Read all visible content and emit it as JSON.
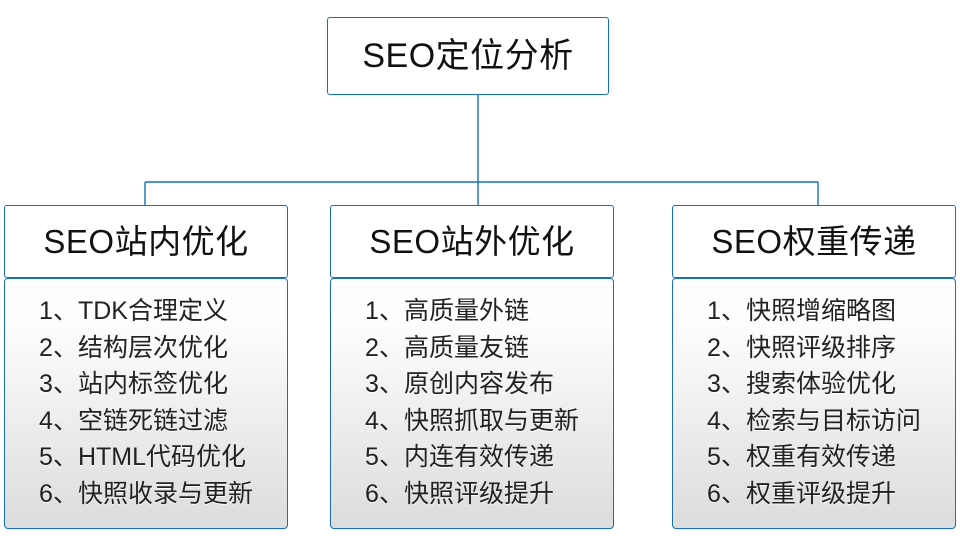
{
  "diagram": {
    "type": "organizational-tree",
    "title": "SEO定位分析",
    "root": {
      "label": "SEO定位分析"
    },
    "accent_color": "#1570b8",
    "text_color": "#111111",
    "body_gradient_top": "#ffffff",
    "body_gradient_bottom": "#dcdcdc",
    "branches": [
      {
        "header": "SEO站内优化",
        "items": [
          "1、TDK合理定义",
          "2、结构层次优化",
          "3、站内标签优化",
          "4、空链死链过滤",
          "5、HTML代码优化",
          "6、快照收录与更新"
        ]
      },
      {
        "header": "SEO站外优化",
        "items": [
          "1、高质量外链",
          "2、高质量友链",
          "3、原创内容发布",
          "4、快照抓取与更新",
          "5、内连有效传递",
          "6、快照评级提升"
        ]
      },
      {
        "header": "SEO权重传递",
        "items": [
          "1、快照增缩略图",
          "2、快照评级排序",
          "3、搜索体验优化",
          "4、检索与目标访问",
          "5、权重有效传递",
          "6、权重评级提升"
        ]
      }
    ]
  }
}
